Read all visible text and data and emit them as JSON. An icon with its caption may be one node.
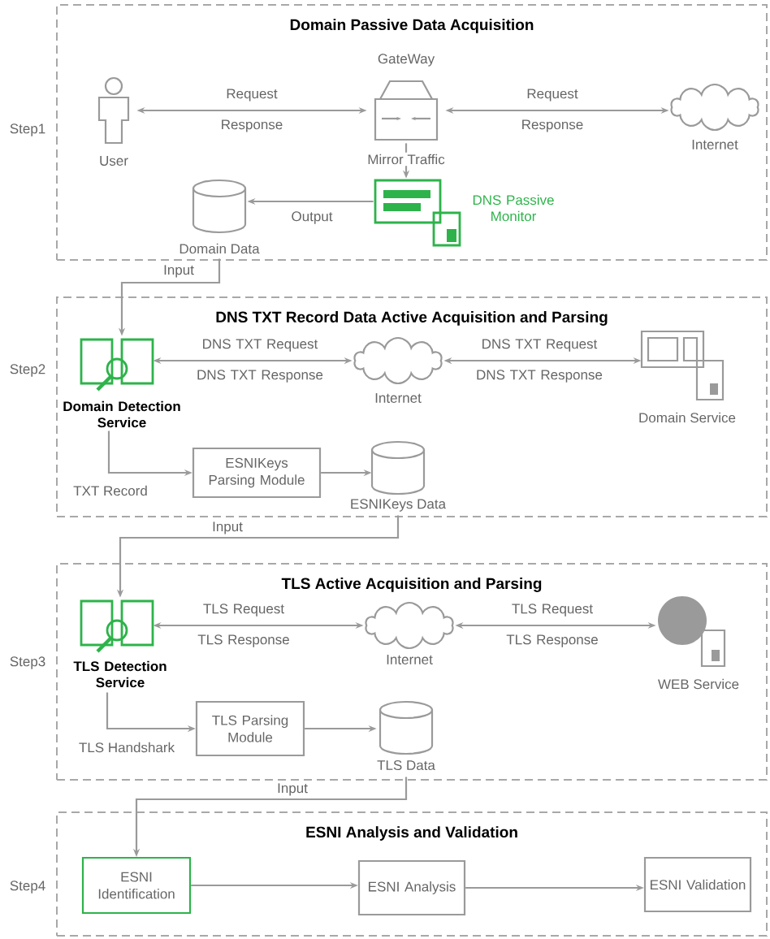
{
  "diagram": {
    "nodes": [
      {
        "text": [
          "Domain Passive Data Acquisition"
        ],
        "beside": [
          "Step1"
        ]
      },
      {
        "text": [
          "User"
        ],
        "in": 0
      },
      {
        "text": [
          "GateWay"
        ],
        "in": 0
      },
      {
        "text": [
          "Internet"
        ],
        "in": 0
      },
      {
        "text": [
          "DNS Passive Monitor"
        ],
        "in": 0
      },
      {
        "text": [
          "Domain Data"
        ],
        "in": 0
      },
      {
        "text": [
          "DNS TXT Record Data Active Acquisition and Parsing"
        ],
        "beside": [
          "Step2"
        ]
      },
      {
        "text": [
          "Domain Detection Service"
        ],
        "in": 6
      },
      {
        "text": [
          "Internet"
        ],
        "in": 6
      },
      {
        "text": [
          "Domain Service"
        ],
        "in": 6
      },
      {
        "text": [
          "ESNIKeys Parsing Module"
        ],
        "in": 6
      },
      {
        "text": [
          "ESNIKeys Data"
        ],
        "in": 6
      },
      {
        "text": [
          "TLS Active Acquisition and Parsing"
        ],
        "beside": [
          "Step3"
        ]
      },
      {
        "text": [
          "TLS Detection Service"
        ],
        "in": 12
      },
      {
        "text": [
          "Internet"
        ],
        "in": 12
      },
      {
        "text": [
          "WEB Service"
        ],
        "in": 12
      },
      {
        "text": [
          "TLS Parsing Module"
        ],
        "in": 12
      },
      {
        "text": [
          "TLS Data"
        ],
        "in": 12
      },
      {
        "text": [
          "ESNI Analysis and Validation"
        ],
        "beside": [
          "Step4"
        ]
      },
      {
        "text": [
          "ESNI Identification"
        ],
        "in": 18
      },
      {
        "text": [
          "ESNI Analysis"
        ],
        "in": 18
      },
      {
        "text": [
          "ESNI Validation"
        ],
        "in": 18
      }
    ],
    "edges": [
      {
        "from": 1,
        "to": 2,
        "arrow": "both",
        "label": "Request Response"
      },
      {
        "from": 2,
        "to": 3,
        "arrow": "both",
        "label": "Request Response"
      },
      {
        "from": 2,
        "to": 4,
        "arrow": "to",
        "label": "Mirror Traffic"
      },
      {
        "from": 4,
        "to": 5,
        "arrow": "to",
        "label": "Output"
      },
      {
        "from": 5,
        "to": 7,
        "arrow": "to",
        "label": "Input"
      },
      {
        "from": 7,
        "to": 8,
        "arrow": "both",
        "label": "DNS TXT Request DNS TXT Response"
      },
      {
        "from": 8,
        "to": 9,
        "arrow": "both",
        "label": "DNS TXT Request DNS TXT Response"
      },
      {
        "from": 7,
        "to": 10,
        "arrow": "to",
        "label": "TXT Record"
      },
      {
        "from": 10,
        "to": 11,
        "arrow": "to"
      },
      {
        "from": 11,
        "to": 13,
        "arrow": "to",
        "label": "Input"
      },
      {
        "from": 13,
        "to": 14,
        "arrow": "both",
        "label": "TLS Request TLS Response"
      },
      {
        "from": 14,
        "to": 15,
        "arrow": "both",
        "label": "TLS Request TLS Response"
      },
      {
        "from": 13,
        "to": 16,
        "arrow": "to",
        "label": "TLS Handshark"
      },
      {
        "from": 16,
        "to": 17,
        "arrow": "to"
      },
      {
        "from": 17,
        "to": 19,
        "arrow": "to",
        "label": "Input"
      },
      {
        "from": 19,
        "to": 20,
        "arrow": "to"
      },
      {
        "from": 20,
        "to": 21,
        "arrow": "to"
      }
    ]
  }
}
